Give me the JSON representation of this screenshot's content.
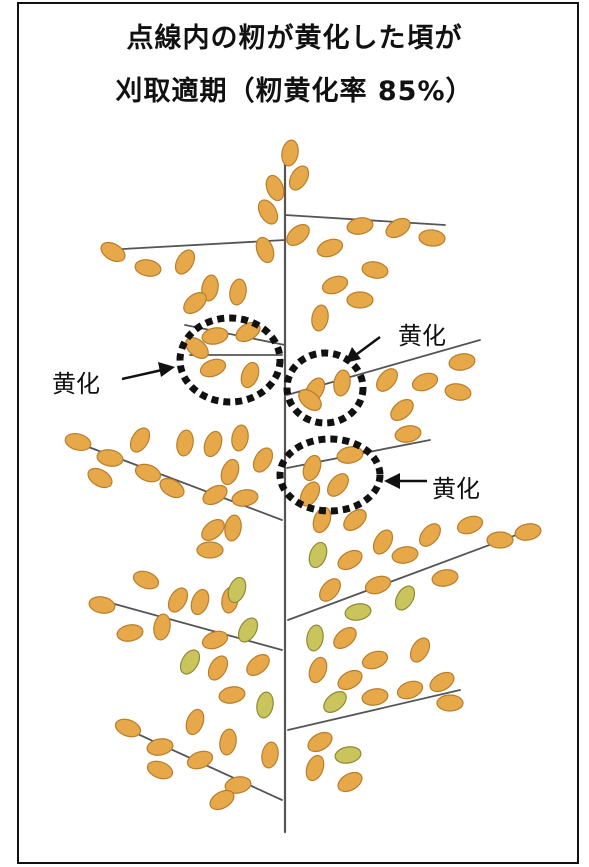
{
  "title": {
    "line1": "点線内の籾が黄化した頃が",
    "line2": "刈取適期（籾黄化率 85%）"
  },
  "labels": {
    "left": "黄化",
    "top": "黄化",
    "right": "黄化"
  },
  "colors": {
    "stem": "#555555",
    "grain": "#E7A84A",
    "grain_edge": "#B97E2A",
    "grain_green": "#C9C45C",
    "grain_green_edge": "#8E8A36",
    "dotted": "#111111",
    "arrow": "#111111"
  }
}
